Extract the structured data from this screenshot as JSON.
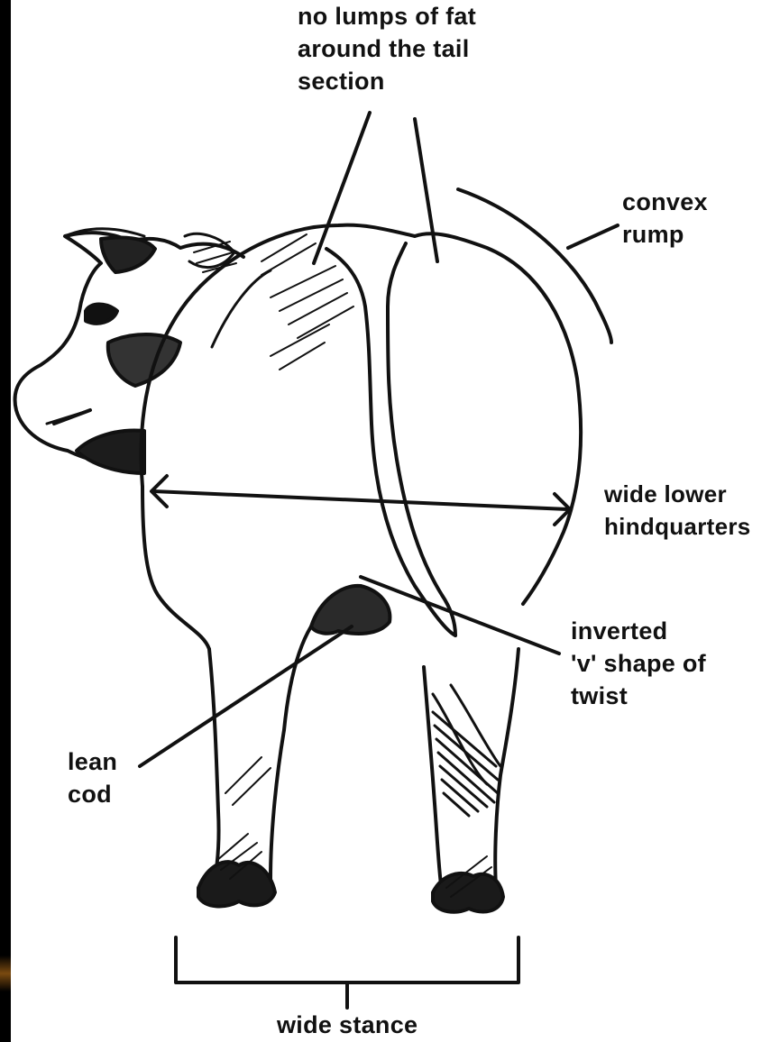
{
  "labels": {
    "tail": "no lumps of fat\naround the tail\nsection",
    "rump": "convex\nrump",
    "hindquarters": "wide lower\nhindquarters",
    "twist": "inverted\n'v' shape of\ntwist",
    "cod": "lean\ncod",
    "stance": "wide stance"
  },
  "colors": {
    "ink": "#111111",
    "paper": "#ffffff",
    "frame": "#000000"
  }
}
